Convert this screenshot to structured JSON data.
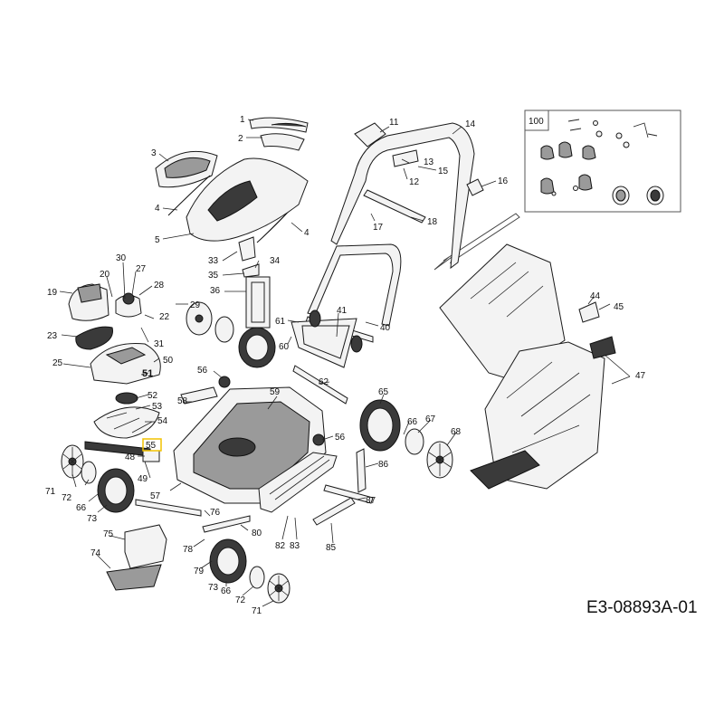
{
  "drawing": {
    "id": "E3-08893A-01",
    "kit_label": "100"
  },
  "callouts": {
    "c1": "1",
    "c2": "2",
    "c3": "3",
    "c4a": "4",
    "c4b": "4",
    "c5": "5",
    "c11": "11",
    "c12": "12",
    "c13": "13",
    "c14": "14",
    "c15": "15",
    "c16": "16",
    "c17": "17",
    "c18": "18",
    "c19": "19",
    "c20": "20",
    "c22": "22",
    "c23": "23",
    "c25": "25",
    "c27": "27",
    "c28": "28",
    "c29": "29",
    "c30": "30",
    "c31": "31",
    "c33": "33",
    "c34": "34",
    "c35": "35",
    "c36": "36",
    "c40": "40",
    "c41": "41",
    "c44": "44",
    "c45": "45",
    "c47": "47",
    "c48": "48",
    "c49": "49",
    "c50": "50",
    "c51": "51",
    "c52": "52",
    "c53": "53",
    "c54": "54",
    "c55": "55",
    "c56a": "56",
    "c56b": "56",
    "c57": "57",
    "c58": "58",
    "c59": "59",
    "c60": "60",
    "c61": "61",
    "c62": "62",
    "c65": "65",
    "c66a": "66",
    "c66b": "66",
    "c66c": "66",
    "c67": "67",
    "c68": "68",
    "c71a": "71",
    "c71b": "71",
    "c72a": "72",
    "c72b": "72",
    "c73a": "73",
    "c73b": "73",
    "c74": "74",
    "c75": "75",
    "c76": "76",
    "c78": "78",
    "c79": "79",
    "c80": "80",
    "c82": "82",
    "c83": "83",
    "c85": "85",
    "c86": "86",
    "c87": "87"
  },
  "colors": {
    "line": "#1a1a1a",
    "fill": "#f3f3f3",
    "dark": "#3a3a3a",
    "highlight": "#f2c200"
  }
}
